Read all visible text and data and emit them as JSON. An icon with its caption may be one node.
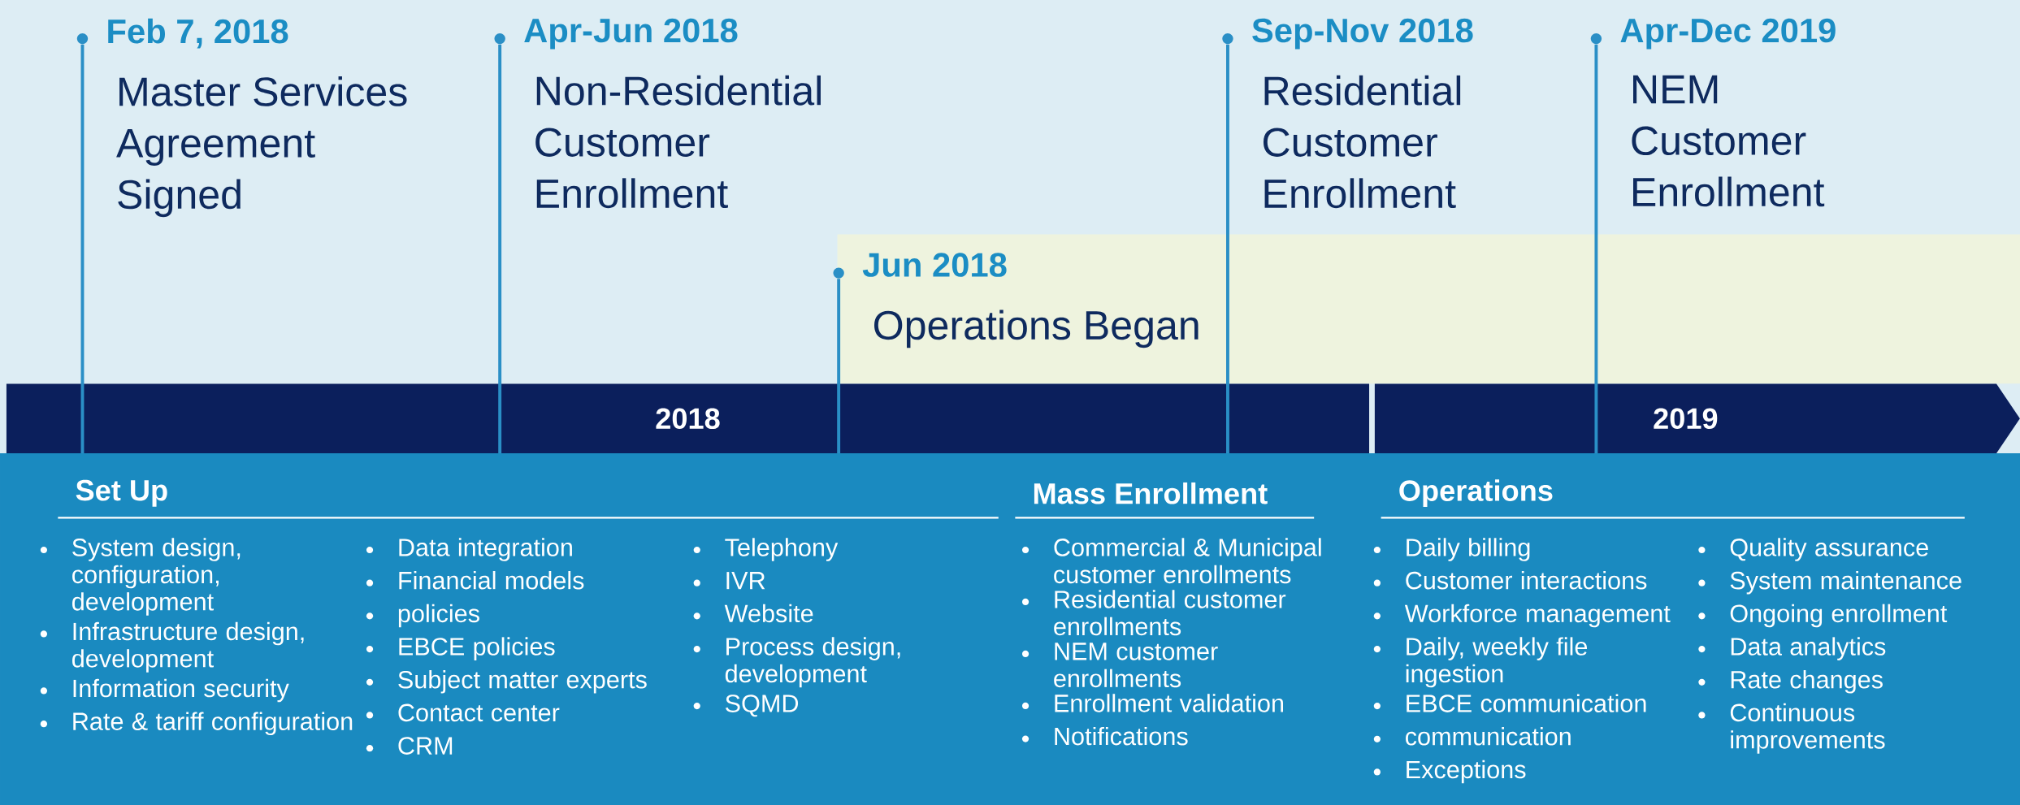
{
  "diagram": {
    "nodes": [
      {
        "text": [
          "Feb 7, 2018",
          "Master Services Agreement Signed"
        ]
      },
      {
        "text": [
          "Apr-Jun 2018",
          "Non-Residential Customer Enrollment"
        ]
      },
      {
        "text": [
          "Jun 2018",
          "Operations Began"
        ]
      },
      {
        "text": [
          "Sep-Nov 2018",
          "Residential Customer Enrollment"
        ]
      },
      {
        "text": [
          "Apr-Dec 2019",
          "NEM Customer Enrollment"
        ]
      },
      {
        "text": [
          "2018"
        ]
      },
      {
        "text": [
          "2019"
        ]
      }
    ],
    "edges": [
      {
        "from": 0,
        "to": 5,
        "arrow": "none"
      },
      {
        "from": 1,
        "to": 5,
        "arrow": "none"
      },
      {
        "from": 2,
        "to": 5,
        "arrow": "none"
      },
      {
        "from": 3,
        "to": 5,
        "arrow": "none"
      },
      {
        "from": 4,
        "to": 6,
        "arrow": "none"
      }
    ],
    "labels": [
      "Set Up",
      "System design, configuration, development",
      "Infrastructure design, development",
      "Information security",
      "Rate & tariff configuration",
      "Data integration",
      "Financial models",
      "policies",
      "EBCE policies",
      "Subject matter experts",
      "Contact center",
      "CRM",
      "Telephony",
      "IVR",
      "Website",
      "Process design, development",
      "SQMD",
      "Mass Enrollment",
      "Commercial & Municipal customer enrollments",
      "Residential customer enrollments",
      "NEM customer enrollments",
      "Enrollment validation",
      "Notifications",
      "Operations",
      "Daily billing",
      "Customer interactions",
      "Workforce management",
      "Daily, weekly file ingestion",
      "EBCE communication",
      "communication",
      "Exceptions",
      "Quality assurance",
      "System maintenance",
      "Ongoing enrollment",
      "Data analytics",
      "Rate changes",
      "Continuous improvements"
    ]
  }
}
